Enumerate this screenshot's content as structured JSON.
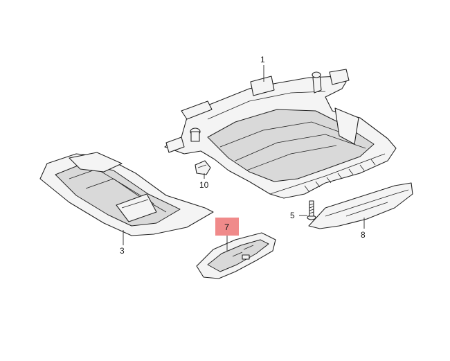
{
  "diagram": {
    "highlight_color": "#f08a8a",
    "callouts": [
      {
        "id": "1",
        "label": "1"
      },
      {
        "id": "3",
        "label": "3"
      },
      {
        "id": "5",
        "label": "5"
      },
      {
        "id": "7",
        "label": "7",
        "highlighted": true
      },
      {
        "id": "8",
        "label": "8"
      },
      {
        "id": "10",
        "label": "10"
      }
    ]
  }
}
